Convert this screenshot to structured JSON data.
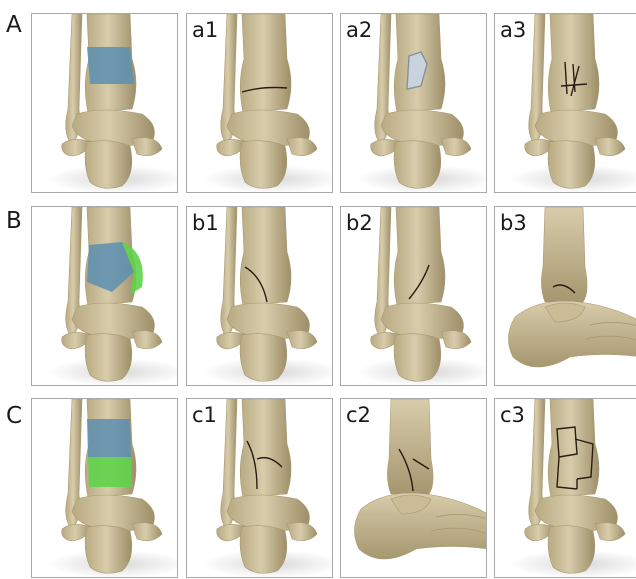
{
  "rows": [
    {
      "label": "A",
      "panels": [
        {
          "label": "",
          "view": "front",
          "highlight": "pilon"
        },
        {
          "label": "a1",
          "view": "front",
          "fracture": "transverse"
        },
        {
          "label": "a2",
          "view": "front",
          "fracture": "fragment"
        },
        {
          "label": "a3",
          "view": "front",
          "fracture": "comminuted"
        }
      ]
    },
    {
      "label": "B",
      "panels": [
        {
          "label": "",
          "view": "front",
          "highlight": "partial"
        },
        {
          "label": "b1",
          "view": "front",
          "fracture": "oblique"
        },
        {
          "label": "b2",
          "view": "front",
          "fracture": "oblique-lateral"
        },
        {
          "label": "b3",
          "view": "side",
          "fracture": "posterior"
        }
      ]
    },
    {
      "label": "C",
      "panels": [
        {
          "label": "",
          "view": "front",
          "highlight": "complete"
        },
        {
          "label": "c1",
          "view": "front",
          "fracture": "simple-articular"
        },
        {
          "label": "c2",
          "view": "side",
          "fracture": "articular"
        },
        {
          "label": "c3",
          "view": "front",
          "fracture": "multifragmentary"
        }
      ]
    }
  ],
  "colors": {
    "bone": "#d8ccab",
    "bone_shadow": "#a8996f",
    "highlight_blue": "#5b8fb0",
    "highlight_green": "#5fd34a",
    "fracture_line": "#2a1c12"
  }
}
